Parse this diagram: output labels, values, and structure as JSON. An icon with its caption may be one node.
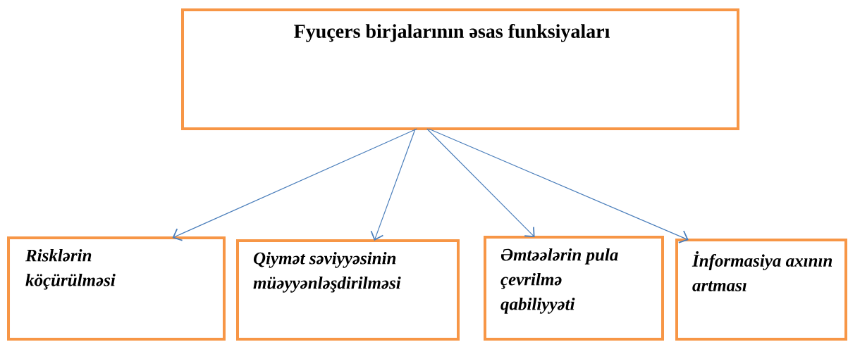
{
  "diagram": {
    "nodes": [
      {
        "text": [
          "Fyuçers birjalarının əsas funksiyaları"
        ]
      },
      {
        "text": [
          "Risklərin köçürülməsi"
        ]
      },
      {
        "text": [
          "Qiymət səviyyəsinin müəyyənləşdirilməsi"
        ]
      },
      {
        "text": [
          "Əmtəələrin pula çevrilmə qabiliyyəti"
        ]
      },
      {
        "text": [
          "İnformasiya axının artması"
        ]
      }
    ],
    "edges": [
      {
        "from": 0,
        "to": 1,
        "arrow": "to"
      },
      {
        "from": 0,
        "to": 2,
        "arrow": "to"
      },
      {
        "from": 0,
        "to": 3,
        "arrow": "to"
      },
      {
        "from": 0,
        "to": 4,
        "arrow": "to"
      }
    ]
  }
}
